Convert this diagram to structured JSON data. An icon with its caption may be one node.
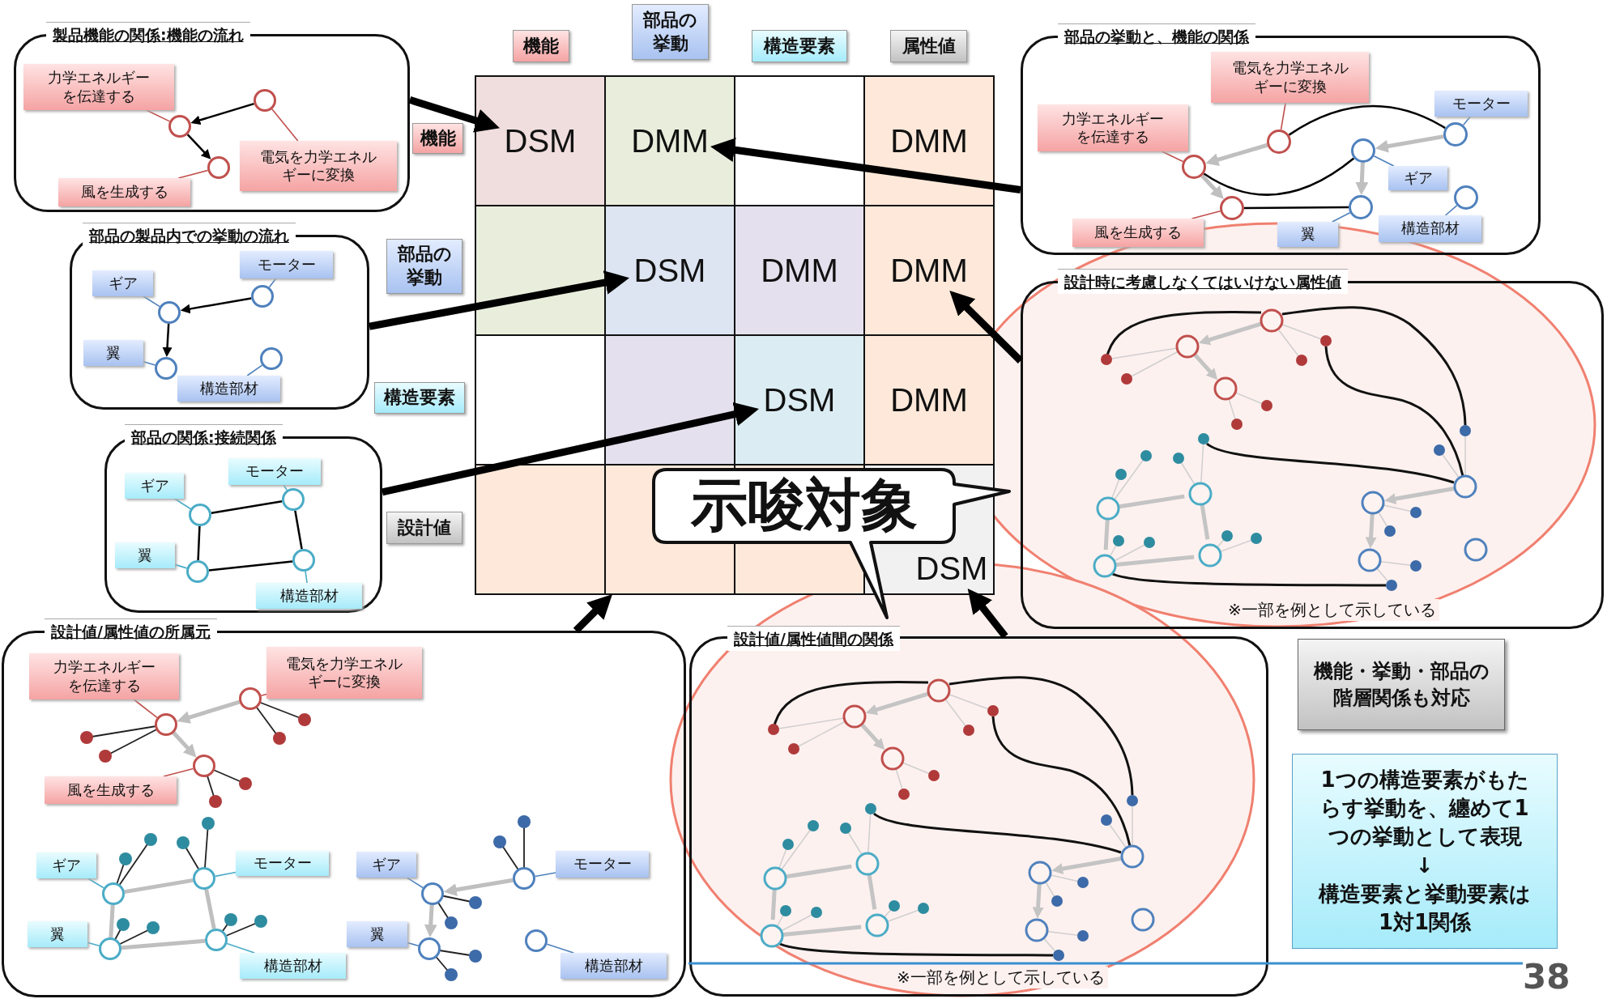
{
  "diagram": {
    "nodes": [
      {
        "text": [
          "製品機能の関係:機能の流れ"
        ]
      },
      {
        "text": [
          "力学エネルギーを伝達する"
        ],
        "in": 0
      },
      {
        "text": [
          "電気を力学エネルギーに変換"
        ],
        "in": 0
      },
      {
        "text": [
          "風を生成する"
        ],
        "in": 0
      },
      {
        "text": [],
        "shape": "circle",
        "in": 0
      },
      {
        "text": [],
        "shape": "circle",
        "in": 0
      },
      {
        "text": [],
        "shape": "circle",
        "in": 0
      },
      {
        "text": [
          "部品の製品内での挙動の流れ"
        ]
      },
      {
        "text": [
          "ギア"
        ],
        "in": 7
      },
      {
        "text": [
          "モーター"
        ],
        "in": 7
      },
      {
        "text": [
          "翼"
        ],
        "in": 7
      },
      {
        "text": [
          "構造部材"
        ],
        "in": 7
      },
      {
        "text": [],
        "shape": "circle",
        "in": 7
      },
      {
        "text": [],
        "shape": "circle",
        "in": 7
      },
      {
        "text": [],
        "shape": "circle",
        "in": 7
      },
      {
        "text": [],
        "shape": "circle",
        "in": 7
      },
      {
        "text": [
          "部品の関係:接続関係"
        ]
      },
      {
        "text": [
          "ギア"
        ],
        "in": 16
      },
      {
        "text": [
          "モーター"
        ],
        "in": 16
      },
      {
        "text": [
          "翼"
        ],
        "in": 16
      },
      {
        "text": [
          "構造部材"
        ],
        "in": 16
      },
      {
        "text": [],
        "shape": "circle",
        "in": 16
      },
      {
        "text": [],
        "shape": "circle",
        "in": 16
      },
      {
        "text": [],
        "shape": "circle",
        "in": 16
      },
      {
        "text": [],
        "shape": "circle",
        "in": 16
      },
      {
        "text": [
          "機能"
        ]
      },
      {
        "text": [
          "部品の挙動"
        ]
      },
      {
        "text": [
          "構造要素"
        ]
      },
      {
        "text": [
          "属性値"
        ]
      },
      {
        "text": [
          "機能"
        ]
      },
      {
        "text": [
          "部品の挙動"
        ]
      },
      {
        "text": [
          "構造要素"
        ]
      },
      {
        "text": [
          "設計値"
        ]
      },
      {
        "text": [
          "DSM"
        ]
      },
      {
        "text": [
          "DMM"
        ]
      },
      {
        "text": [
          "DMM"
        ]
      },
      {
        "text": [
          "DSM"
        ]
      },
      {
        "text": [
          "DMM"
        ]
      },
      {
        "text": [
          "DMM"
        ]
      },
      {
        "text": [
          "DSM"
        ]
      },
      {
        "text": [
          "DMM"
        ]
      },
      {
        "text": [],
        "shape": "box"
      },
      {
        "text": [
          "DSM"
        ]
      },
      {
        "text": [
          "示唆対象"
        ]
      },
      {
        "text": [
          "部品の挙動と、機能の関係"
        ]
      },
      {
        "text": [
          "電気を力学エネルギーに変換"
        ],
        "in": 44
      },
      {
        "text": [
          "力学エネルギーを伝達する"
        ],
        "in": 44
      },
      {
        "text": [
          "モーター"
        ],
        "in": 44
      },
      {
        "text": [
          "ギア"
        ],
        "in": 44
      },
      {
        "text": [
          "風を生成する"
        ],
        "in": 44
      },
      {
        "text": [
          "翼"
        ],
        "in": 44
      },
      {
        "text": [
          "構造部材"
        ],
        "in": 44
      },
      {
        "text": [],
        "shape": "circle",
        "in": 44
      },
      {
        "text": [],
        "shape": "circle",
        "in": 44
      },
      {
        "text": [],
        "shape": "circle",
        "in": 44
      },
      {
        "text": [],
        "shape": "circle",
        "in": 44
      },
      {
        "text": [],
        "shape": "circle",
        "in": 44
      },
      {
        "text": [],
        "shape": "circle",
        "in": 44
      },
      {
        "text": [],
        "shape": "circle",
        "in": 44
      },
      {
        "text": [
          "設計時に考慮しなくてはいけない属性値",
          "※一部を例として示している"
        ]
      },
      {
        "text": [
          "設計値/属性値の所属元"
        ]
      },
      {
        "text": [
          "力学エネルギーを伝達する"
        ],
        "in": 60
      },
      {
        "text": [
          "電気を力学エネルギーに変換"
        ],
        "in": 60
      },
      {
        "text": [
          "風を生成する"
        ],
        "in": 60
      },
      {
        "text": [
          "ギア"
        ],
        "in": 60
      },
      {
        "text": [
          "モーター"
        ],
        "in": 60
      },
      {
        "text": [
          "翼"
        ],
        "in": 60
      },
      {
        "text": [
          "構造部材"
        ],
        "in": 60
      },
      {
        "text": [
          "ギア"
        ],
        "in": 60
      },
      {
        "text": [
          "モーター"
        ],
        "in": 60
      },
      {
        "text": [
          "翼"
        ],
        "in": 60
      },
      {
        "text": [
          "構造部材"
        ],
        "in": 60
      },
      {
        "text": [],
        "shape": "circle",
        "in": 60
      },
      {
        "text": [],
        "shape": "circle",
        "in": 60
      },
      {
        "text": [],
        "shape": "circle",
        "in": 60
      },
      {
        "text": [],
        "shape": "circle",
        "in": 60
      },
      {
        "text": [],
        "shape": "circle",
        "in": 60
      },
      {
        "text": [],
        "shape": "circle",
        "in": 60
      },
      {
        "text": [],
        "shape": "circle",
        "in": 60
      },
      {
        "text": [],
        "shape": "circle",
        "in": 60
      },
      {
        "text": [],
        "shape": "circle",
        "in": 60
      },
      {
        "text": [],
        "shape": "circle",
        "in": 60
      },
      {
        "text": [],
        "shape": "circle",
        "in": 60
      },
      {
        "text": [
          "設計値/属性値間の関係",
          "※一部を例として示している"
        ]
      },
      {
        "text": [
          "機能・挙動・部品の階層関係も対応"
        ]
      },
      {
        "text": [
          "1つの構造要素がもたらす挙動を、纏めて1つの挙動として表現",
          "↓",
          "構造要素と挙動要素は1対1関係"
        ]
      }
    ],
    "edges": [
      {
        "from": 1,
        "to": 4,
        "arrow": "none",
        "color": "#c0504d"
      },
      {
        "from": 2,
        "to": 5,
        "arrow": "none",
        "color": "#c0504d"
      },
      {
        "from": 3,
        "to": 6,
        "arrow": "none",
        "color": "#c0504d"
      },
      {
        "from": 5,
        "to": 4,
        "arrow": "to"
      },
      {
        "from": 4,
        "to": 6,
        "arrow": "to"
      },
      {
        "from": 8,
        "to": 12,
        "arrow": "none",
        "color": "#4f81bd"
      },
      {
        "from": 9,
        "to": 13,
        "arrow": "none",
        "color": "#4f81bd"
      },
      {
        "from": 10,
        "to": 14,
        "arrow": "none",
        "color": "#4f81bd"
      },
      {
        "from": 11,
        "to": 15,
        "arrow": "none",
        "color": "#4f81bd"
      },
      {
        "from": 13,
        "to": 12,
        "arrow": "to"
      },
      {
        "from": 12,
        "to": 14,
        "arrow": "to"
      },
      {
        "from": 17,
        "to": 21,
        "arrow": "none",
        "color": "#4bacc6"
      },
      {
        "from": 18,
        "to": 22,
        "arrow": "none",
        "color": "#4bacc6"
      },
      {
        "from": 19,
        "to": 23,
        "arrow": "none",
        "color": "#4bacc6"
      },
      {
        "from": 20,
        "to": 24,
        "arrow": "none",
        "color": "#4bacc6"
      },
      {
        "from": 21,
        "to": 22,
        "arrow": "none"
      },
      {
        "from": 22,
        "to": 24,
        "arrow": "none"
      },
      {
        "from": 24,
        "to": 23,
        "arrow": "none"
      },
      {
        "from": 23,
        "to": 21,
        "arrow": "none"
      },
      {
        "from": 45,
        "to": 52,
        "arrow": "none",
        "color": "#c0504d"
      },
      {
        "from": 46,
        "to": 53,
        "arrow": "none",
        "color": "#c0504d"
      },
      {
        "from": 49,
        "to": 56,
        "arrow": "none",
        "color": "#c0504d"
      },
      {
        "from": 47,
        "to": 54,
        "arrow": "none",
        "color": "#4f81bd"
      },
      {
        "from": 48,
        "to": 55,
        "arrow": "none",
        "color": "#4f81bd"
      },
      {
        "from": 50,
        "to": 57,
        "arrow": "none",
        "color": "#4f81bd"
      },
      {
        "from": 51,
        "to": 58,
        "arrow": "none",
        "color": "#4f81bd"
      },
      {
        "from": 52,
        "to": 53,
        "arrow": "to",
        "color": "#bfbfbf"
      },
      {
        "from": 53,
        "to": 56,
        "arrow": "to",
        "color": "#bfbfbf"
      },
      {
        "from": 54,
        "to": 55,
        "arrow": "to",
        "color": "#bfbfbf"
      },
      {
        "from": 55,
        "to": 57,
        "arrow": "to",
        "color": "#bfbfbf"
      },
      {
        "from": 52,
        "to": 54,
        "arrow": "none"
      },
      {
        "from": 53,
        "to": 55,
        "arrow": "none"
      },
      {
        "from": 56,
        "to": 57,
        "arrow": "none"
      },
      {
        "from": 61,
        "to": 72,
        "arrow": "none",
        "color": "#c0504d"
      },
      {
        "from": 62,
        "to": 73,
        "arrow": "none",
        "color": "#c0504d"
      },
      {
        "from": 63,
        "to": 74,
        "arrow": "none",
        "color": "#c0504d"
      },
      {
        "from": 64,
        "to": 75,
        "arrow": "none",
        "color": "#4bacc6"
      },
      {
        "from": 65,
        "to": 76,
        "arrow": "none",
        "color": "#4bacc6"
      },
      {
        "from": 66,
        "to": 77,
        "arrow": "none",
        "color": "#4bacc6"
      },
      {
        "from": 67,
        "to": 78,
        "arrow": "none",
        "color": "#4bacc6"
      },
      {
        "from": 68,
        "to": 79,
        "arrow": "none",
        "color": "#4f81bd"
      },
      {
        "from": 69,
        "to": 80,
        "arrow": "none",
        "color": "#4f81bd"
      },
      {
        "from": 70,
        "to": 81,
        "arrow": "none",
        "color": "#4f81bd"
      },
      {
        "from": 71,
        "to": 82,
        "arrow": "none",
        "color": "#4f81bd"
      },
      {
        "from": 73,
        "to": 72,
        "arrow": "to",
        "color": "#bfbfbf"
      },
      {
        "from": 72,
        "to": 74,
        "arrow": "to",
        "color": "#bfbfbf"
      },
      {
        "from": 75,
        "to": 76,
        "arrow": "none",
        "color": "#bfbfbf"
      },
      {
        "from": 75,
        "to": 77,
        "arrow": "none",
        "color": "#bfbfbf"
      },
      {
        "from": 76,
        "to": 78,
        "arrow": "none",
        "color": "#bfbfbf"
      },
      {
        "from": 77,
        "to": 78,
        "arrow": "none",
        "color": "#bfbfbf"
      },
      {
        "from": 80,
        "to": 79,
        "arrow": "to",
        "color": "#bfbfbf"
      },
      {
        "from": 79,
        "to": 81,
        "arrow": "to",
        "color": "#bfbfbf"
      },
      {
        "from": 0,
        "to": 33,
        "arrow": "to",
        "style": "thick"
      },
      {
        "from": 44,
        "to": 34,
        "arrow": "to",
        "style": "thick"
      },
      {
        "from": 7,
        "to": 36,
        "arrow": "to",
        "style": "thick"
      },
      {
        "from": 59,
        "to": 38,
        "arrow": "to",
        "style": "thick"
      },
      {
        "from": 16,
        "to": 39,
        "arrow": "to",
        "style": "thick"
      },
      {
        "from": 60,
        "to": 41,
        "arrow": "to",
        "style": "thick"
      },
      {
        "from": 83,
        "to": 42,
        "arrow": "to",
        "style": "thick"
      }
    ],
    "labels": [
      "38"
    ]
  }
}
